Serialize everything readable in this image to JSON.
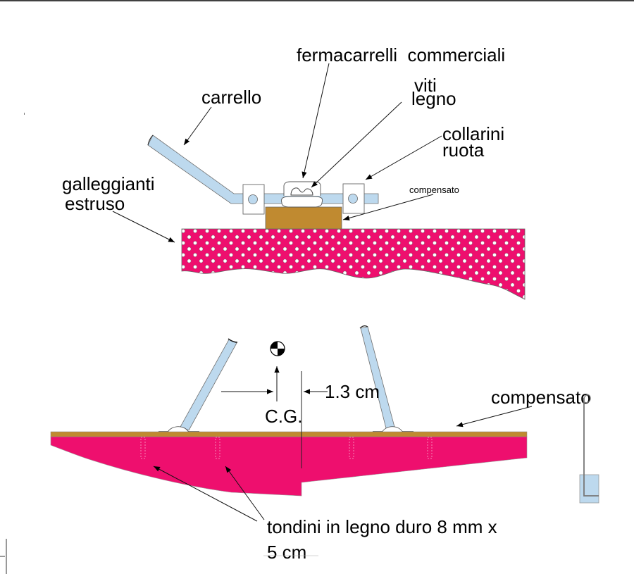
{
  "title": "Fissaggio carrello ai galleggianti",
  "colors": {
    "float_fill": "#ee0f6e",
    "dots": "#ffffff",
    "plywood": "#c08a30",
    "strut": "#bdd9ee",
    "strut_outline": "#707070",
    "ink": "#000000"
  },
  "labels": {
    "fermacarrelli": "fermacarrelli  commerciali",
    "viti_line1": "viti",
    "viti_line2": "legno",
    "carrello": "carrello",
    "collarini_line1": "collarini",
    "collarini_line2": "ruota",
    "galleggianti_line1": "galleggianti",
    "galleggianti_line2": "estruso",
    "compensato_small": "compensato",
    "compensato_large": "compensato",
    "cg": "C.G.",
    "offset": "1.3 cm",
    "tondini_line1": "tondini in legno duro 8 mm x",
    "tondini_line2": "5 cm"
  },
  "icons": {
    "cg_symbol": "center-of-gravity-icon"
  }
}
